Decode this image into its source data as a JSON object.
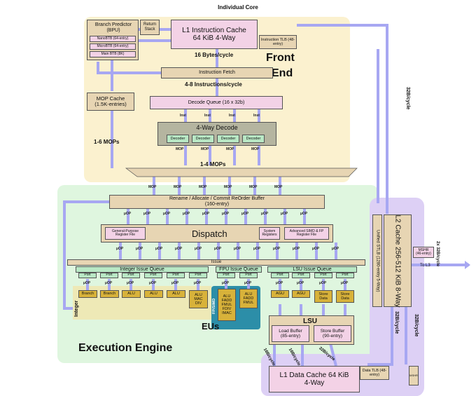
{
  "title": "Individual Core",
  "front_end": {
    "label_line1": "Front",
    "label_line2": "End",
    "bpu_title": "Branch Predictor (BPU)",
    "return_stack": "Return Stack",
    "btbs": [
      "NanoBTB (64-entry)",
      "MicroBTB (64-entry)",
      "Main BTB (8K)"
    ],
    "l1i": "L1 Instruction Cache 64 KiB 4-Way",
    "itlb": "Instruction TLB (48-entry)",
    "bytes_cycle": "16 Bytes/cycle",
    "fetch": "Instruction Fetch",
    "instr_cycle": "4-8 Instructions/cycle",
    "mop_cache": "MOP Cache (1.5K-entries)",
    "decode_queue": "Decode Queue (16 x 32b)",
    "inst_labels": [
      "Inst",
      "Inst",
      "Inst",
      "Inst"
    ],
    "four_way_decode": "4-Way Decode",
    "decoders": [
      "Decoder",
      "Decoder",
      "Decoder",
      "Decoder"
    ],
    "mop_labels": [
      "MOP",
      "MOP",
      "MOP",
      "MOP"
    ],
    "mops_1_6": "1-6 MOPs",
    "mops_1_4": "1-4 MOPs"
  },
  "rename": {
    "mop_labels": [
      "MOP",
      "MOP",
      "MOP",
      "MOP",
      "MOP",
      "MOP"
    ],
    "rob": "Rename / Allocate / Commit ReOrder Buffer (160-entry)"
  },
  "dispatch": {
    "gpr": "General-Purpose Register File",
    "title": "Dispatch",
    "sysreg": "System Registers",
    "simd": "Advanced SIMD & FP Register File",
    "uop": "µOP"
  },
  "issue": {
    "issue_label": "Issue",
    "int_queue": "Integer Issue Queue",
    "fpu_queue": "FPU Issue Queue",
    "lsu_queue": "LSU Issue Queue",
    "port": "Port"
  },
  "exec": {
    "units": [
      "Branch",
      "Branch",
      "ALU",
      "ALU",
      "ALU",
      "ALU MAC DIV"
    ],
    "fp_units": [
      "ALU FADD FMUL FDIV IMAC",
      "ALU FADD FMUL"
    ],
    "ls_units": [
      "AGU",
      "AGU",
      "Store Data",
      "Store Data"
    ],
    "integer_label": "Integer",
    "fp_label": "FP/SIMD",
    "eus": "EUs",
    "engine": "Execution Engine"
  },
  "lsu": {
    "title": "LSU",
    "load_buffer": "Load Buffer (85-entry)",
    "store_buffer": "Store Buffer (90-entry)"
  },
  "memory": {
    "l1d": "L1 Data Cache 64 KiB 4-Way",
    "dtlb": "Data TLB (48-entry)",
    "stlb": "Unified STLB (1280-entry 5-Way)",
    "l2": "L2 Cache 256-512 KiB 8-Way",
    "mshr": "MSHR (46-entry)",
    "mshr2": "MSHR",
    "to_l3": "To L3",
    "bw_32b": "32B/cycle",
    "bw_2x32b": "2x 32B/cycle",
    "bw_16b": "16B/cycle",
    "watermark": "什么值得买"
  },
  "colors": {
    "front_bg": "#fbf1cf",
    "exec_bg": "#dff6df",
    "mem_bg": "#ddd0f5",
    "pink": "#f3d2e6",
    "tan": "#e7d5b3",
    "green": "#b9e8c5",
    "gold": "#d8b23a",
    "teal": "#2c8ea8",
    "arrow": "#a7a7f2"
  }
}
